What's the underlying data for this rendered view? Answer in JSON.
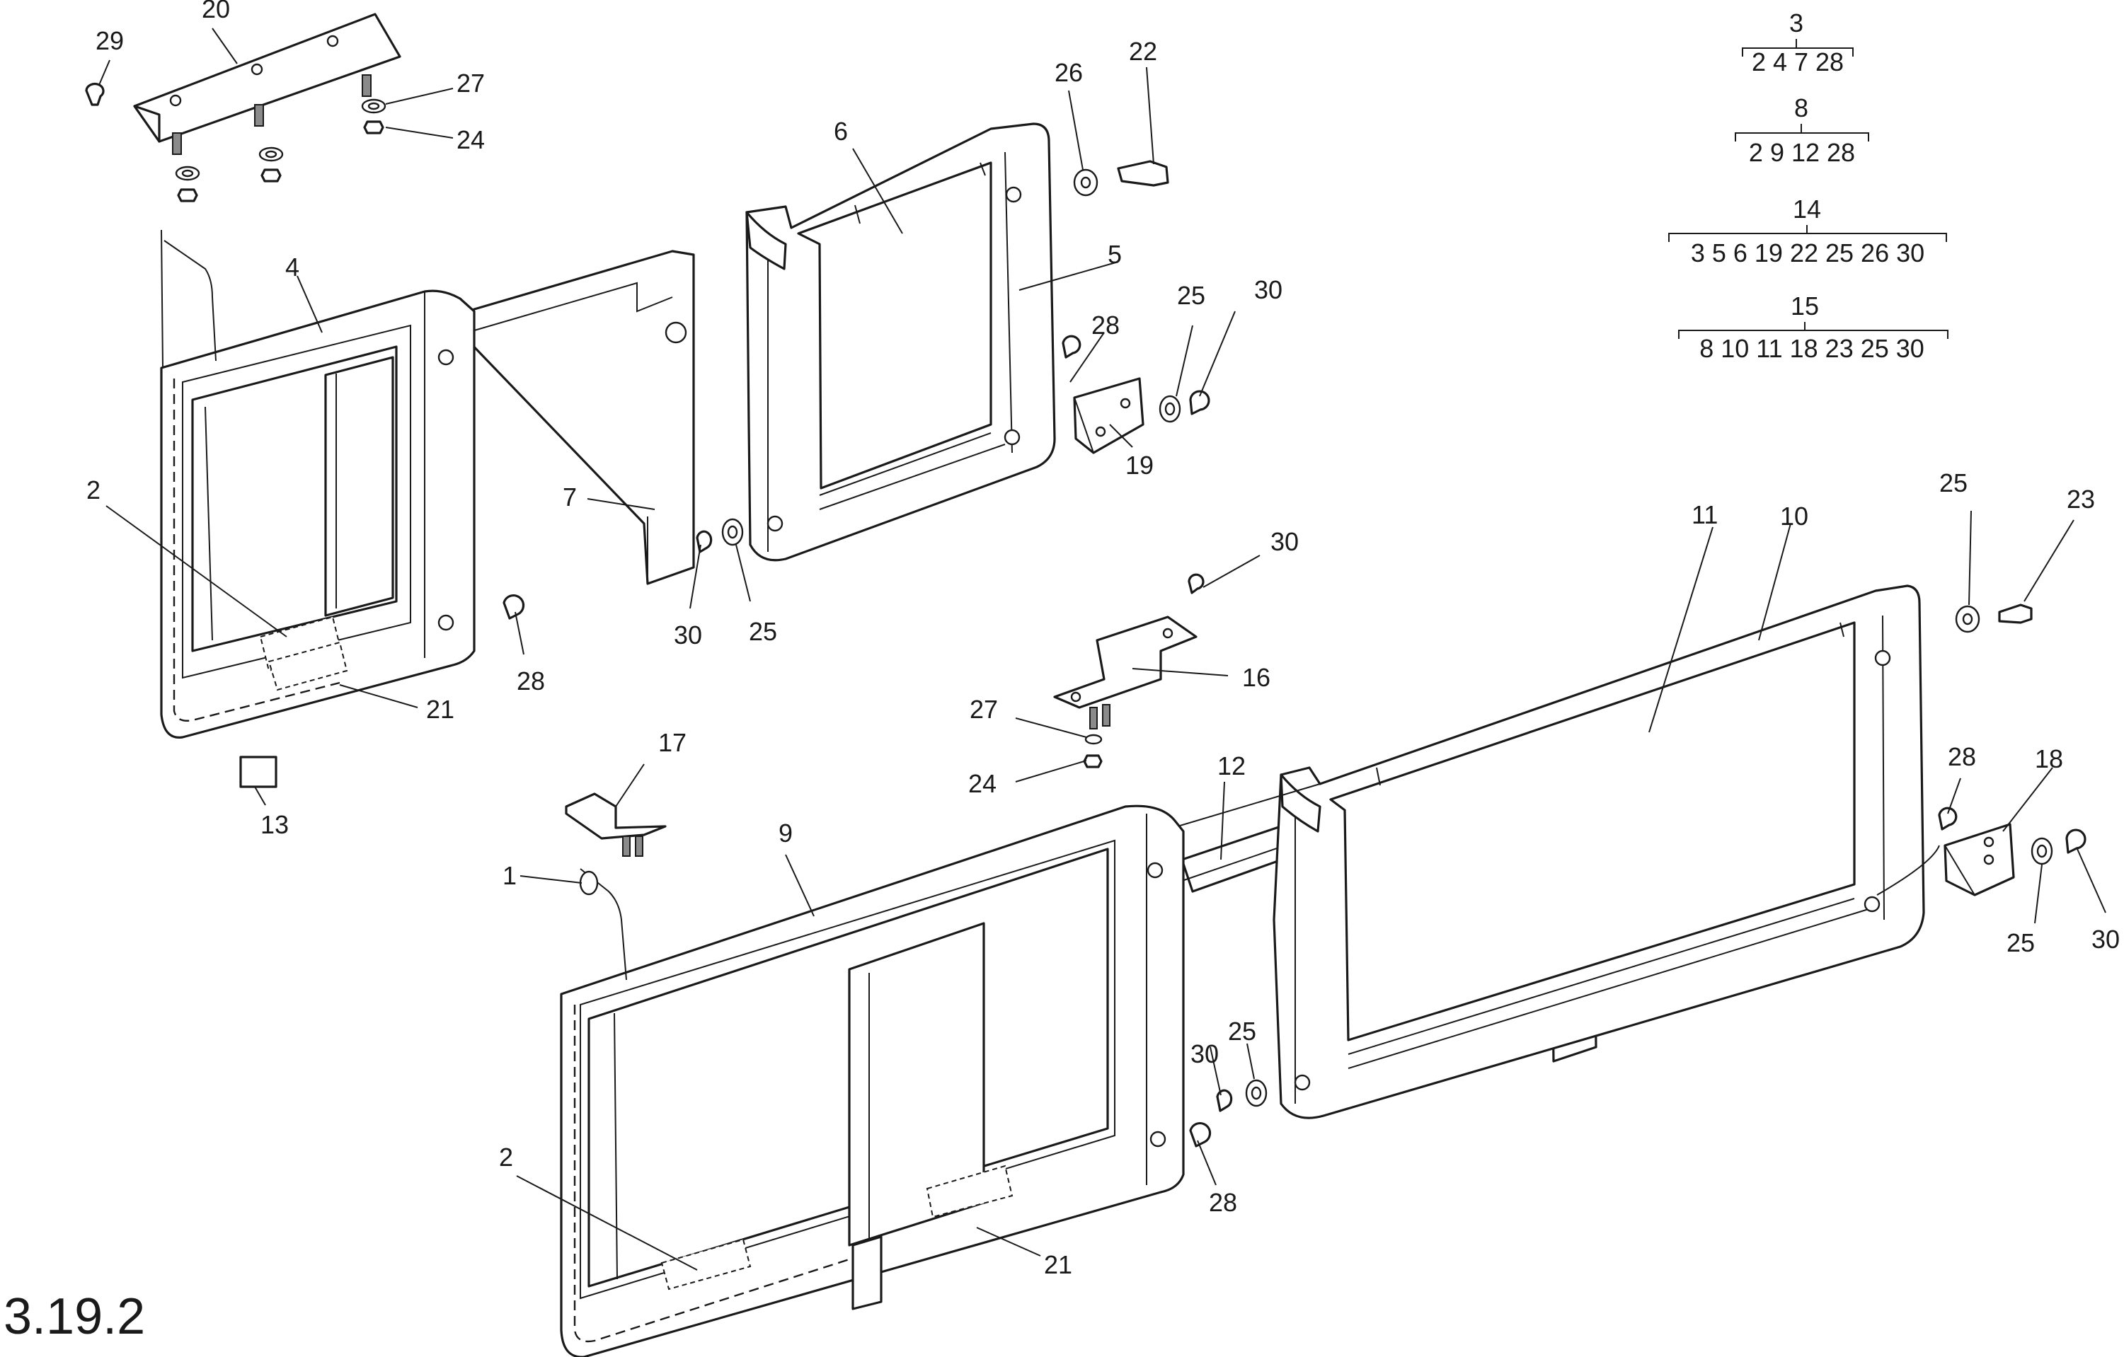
{
  "figure_number": "3.19.2",
  "callouts": {
    "c29": "29",
    "c20": "20",
    "c27a": "27",
    "c24a": "24",
    "c26": "26",
    "c22": "22",
    "c6": "6",
    "c5": "5",
    "c4": "4",
    "c28a": "28",
    "c25a": "25",
    "c30a": "30",
    "c19": "19",
    "c2a": "2",
    "c7": "7",
    "c30b": "30",
    "c25b": "25",
    "c28b": "28",
    "c21a": "21",
    "c13": "13",
    "c30c": "30",
    "c16": "16",
    "c27b": "27",
    "c24b": "24",
    "c17": "17",
    "c12": "12",
    "c9": "9",
    "c1": "1",
    "c11": "11",
    "c10": "10",
    "c25c": "25",
    "c23": "23",
    "c28c": "28",
    "c18": "18",
    "c25d": "25",
    "c30d": "30",
    "c30e": "30",
    "c25e": "25",
    "c28d": "28",
    "c2b": "2",
    "c21b": "21"
  },
  "kits": [
    {
      "parent": "3",
      "items": "2 4 7 28"
    },
    {
      "parent": "8",
      "items": "2 9 12 28"
    },
    {
      "parent": "14",
      "items": "3 5 6 19 22 25 26 30"
    },
    {
      "parent": "15",
      "items": "8 10 11 18 23 25 30"
    }
  ]
}
